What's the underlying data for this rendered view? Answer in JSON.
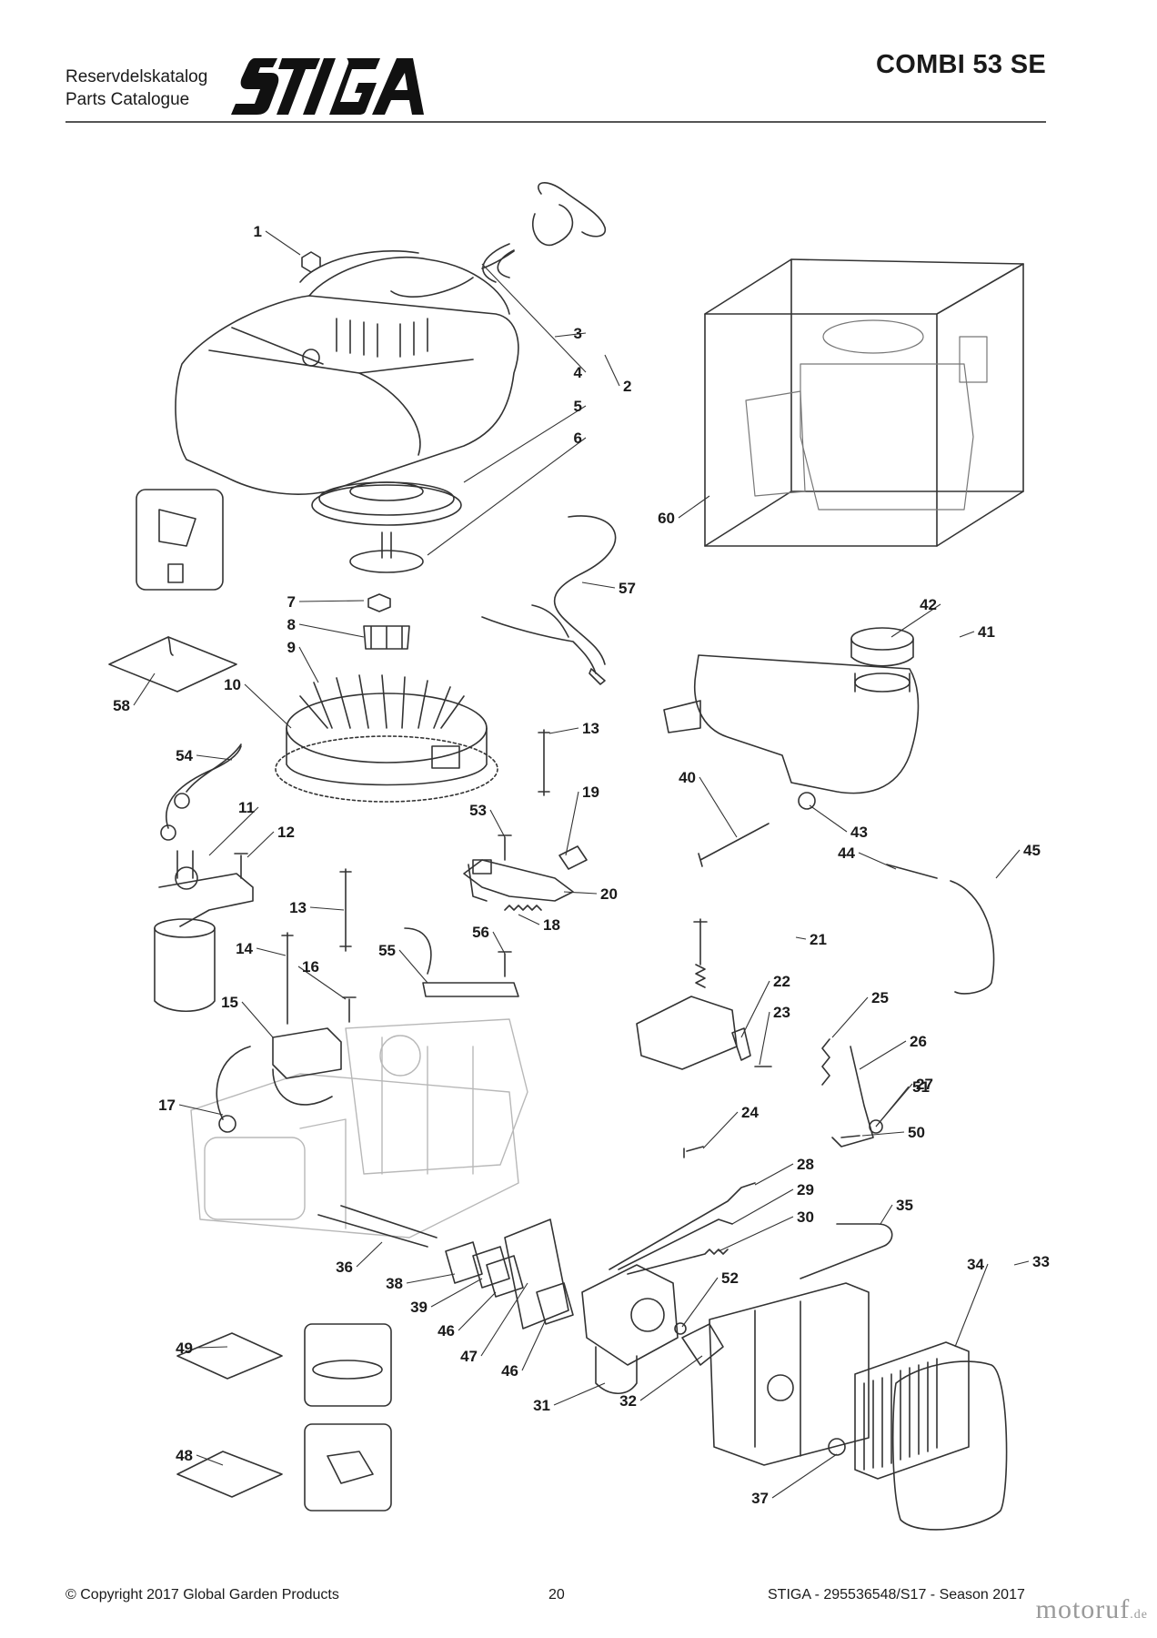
{
  "header": {
    "catalog_title_sv": "Reservdelskatalog",
    "catalog_title_en": "Parts Catalogue",
    "brand_logo_text": "STIGA",
    "model": "COMBI 53 SE"
  },
  "diagram": {
    "callouts": [
      "1",
      "2",
      "3",
      "4",
      "5",
      "6",
      "7",
      "8",
      "9",
      "10",
      "11",
      "12",
      "13",
      "13",
      "14",
      "15",
      "16",
      "17",
      "18",
      "19",
      "20",
      "21",
      "22",
      "23",
      "24",
      "25",
      "26",
      "27",
      "28",
      "29",
      "30",
      "31",
      "32",
      "33",
      "34",
      "35",
      "36",
      "37",
      "38",
      "39",
      "40",
      "41",
      "42",
      "43",
      "44",
      "45",
      "46",
      "46",
      "47",
      "48",
      "49",
      "50",
      "51",
      "52",
      "53",
      "54",
      "55",
      "56",
      "57",
      "58",
      "60"
    ]
  },
  "footer": {
    "copyright": "© Copyright 2017 Global Garden Products",
    "page_number": "20",
    "document_ref": "STIGA - 295536548/S17 - Season 2017",
    "watermark_text": "motoruf",
    "watermark_suffix": ".de"
  },
  "colors": {
    "text": "#1a1a1a",
    "line": "#555555",
    "part_stroke": "#333333",
    "ghost_stroke": "#b8b8b8"
  }
}
